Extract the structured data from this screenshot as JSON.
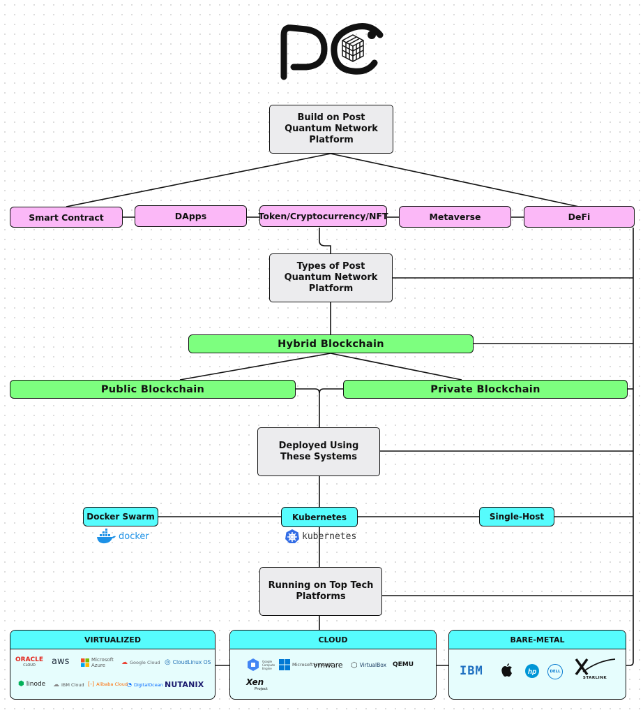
{
  "root": "Build on Post Quantum Network Platform",
  "products": [
    "Smart Contract",
    "DApps",
    "Token/Cryptocurrency/NFT",
    "Metaverse",
    "DeFi"
  ],
  "types_title": "Types of Post Quantum Network Platform",
  "hybrid": "Hybrid Blockchain",
  "public": "Public Blockchain",
  "private": "Private Blockchain",
  "deploy_title": "Deployed Using These Systems",
  "deploy": [
    "Docker Swarm",
    "Kubernetes",
    "Single-Host"
  ],
  "deploy_brands": {
    "docker": "docker",
    "kubernetes": "kubernetes"
  },
  "platforms_title": "Running on Top Tech Platforms",
  "panels": {
    "virtualized": {
      "title": "VIRTUALIZED",
      "logos": [
        "ORACLE",
        "CLOUD",
        "aws",
        "Microsoft",
        "Azure",
        "Google Cloud",
        "CloudLinux OS",
        "linode",
        "IBM Cloud",
        "Alibaba Cloud",
        "DigitalOcean",
        "NUTANIX"
      ]
    },
    "cloud": {
      "title": "CLOUD",
      "logos": [
        "Google Compute Engine",
        "Microsoft Hyper-V",
        "vmware",
        "VirtualBox",
        "QEMU",
        "Xen",
        "Project"
      ]
    },
    "bare_metal": {
      "title": "BARE-METAL",
      "logos": [
        "IBM",
        "DELL",
        "STARLINK"
      ]
    }
  },
  "colors": {
    "gray": "#ececee",
    "pink": "#fbb8f7",
    "green": "#7dff7f",
    "cyan": "#56fcfd",
    "panel_bg": "#e6fdfd"
  }
}
